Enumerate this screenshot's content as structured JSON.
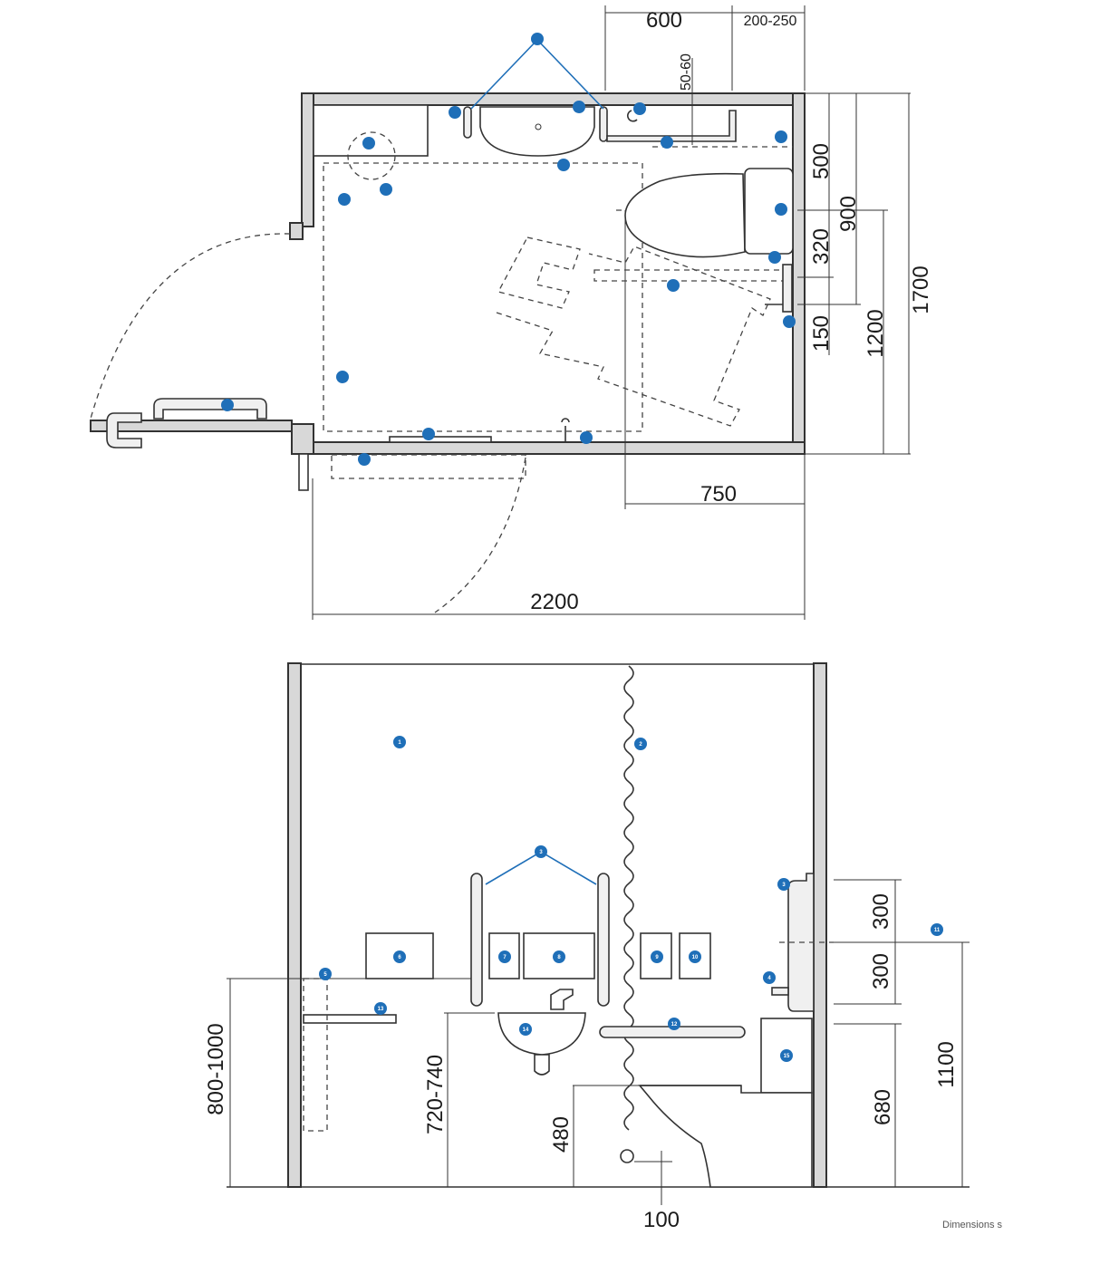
{
  "plan": {
    "dims": {
      "top_600": "600",
      "top_200_250": "200-250",
      "v_50_60": "50-60",
      "r_500": "500",
      "r_900": "900",
      "r_320": "320",
      "r_150": "150",
      "r_1200": "1200",
      "r_1700": "1700",
      "b_750": "750",
      "b_2200": "2200"
    }
  },
  "elevation": {
    "dims": {
      "r_300_top": "300",
      "r_300_bottom": "300",
      "r_680": "680",
      "r_1100": "1100",
      "l_800_1000": "800-1000",
      "l_720_740": "720-740",
      "l_480": "480",
      "b_100": "100"
    },
    "markers": [
      "1",
      "2",
      "3",
      "3",
      "4",
      "5",
      "6",
      "7",
      "8",
      "9",
      "10",
      "11",
      "12",
      "13",
      "14",
      "15"
    ]
  },
  "footer": {
    "note": "Dimensions s"
  },
  "colors": {
    "marker": "#1f6fb8",
    "wall_fill": "#d8d8d8",
    "line": "#333333"
  }
}
